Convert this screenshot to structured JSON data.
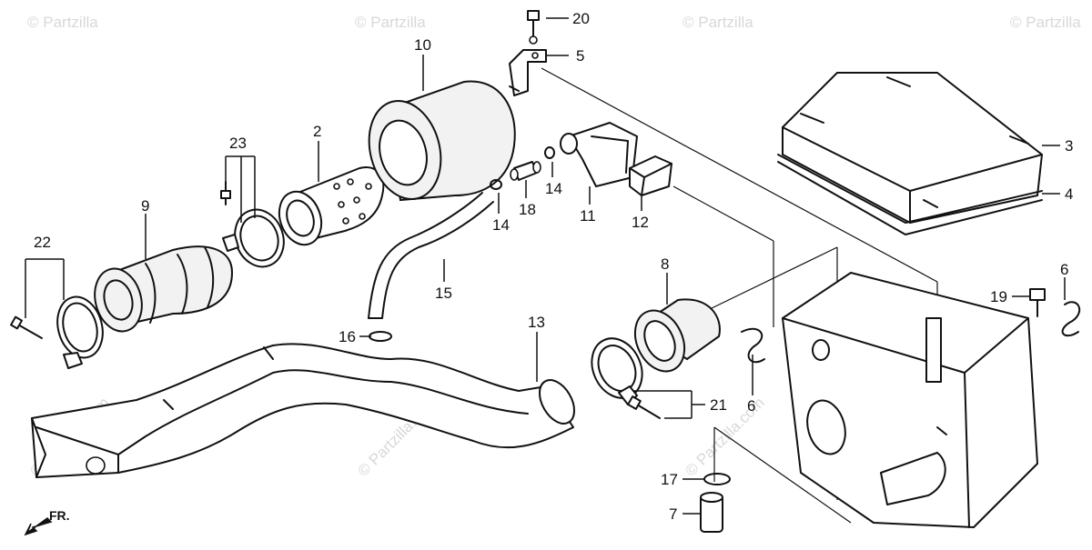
{
  "watermark": {
    "brand": "© Partzilla",
    "site": "© Partzilla.com"
  },
  "direction_label": "FR.",
  "callouts": {
    "c2": "2",
    "c3": "3",
    "c4": "4",
    "c5": "5",
    "c6a": "6",
    "c6b": "6",
    "c7": "7",
    "c8": "8",
    "c9": "9",
    "c10": "10",
    "c11": "11",
    "c12": "12",
    "c13": "13",
    "c14a": "14",
    "c14b": "14",
    "c15": "15",
    "c16": "16",
    "c17": "17",
    "c18": "18",
    "c19": "19",
    "c20": "20",
    "c21": "21",
    "c22": "22",
    "c23": "23"
  }
}
